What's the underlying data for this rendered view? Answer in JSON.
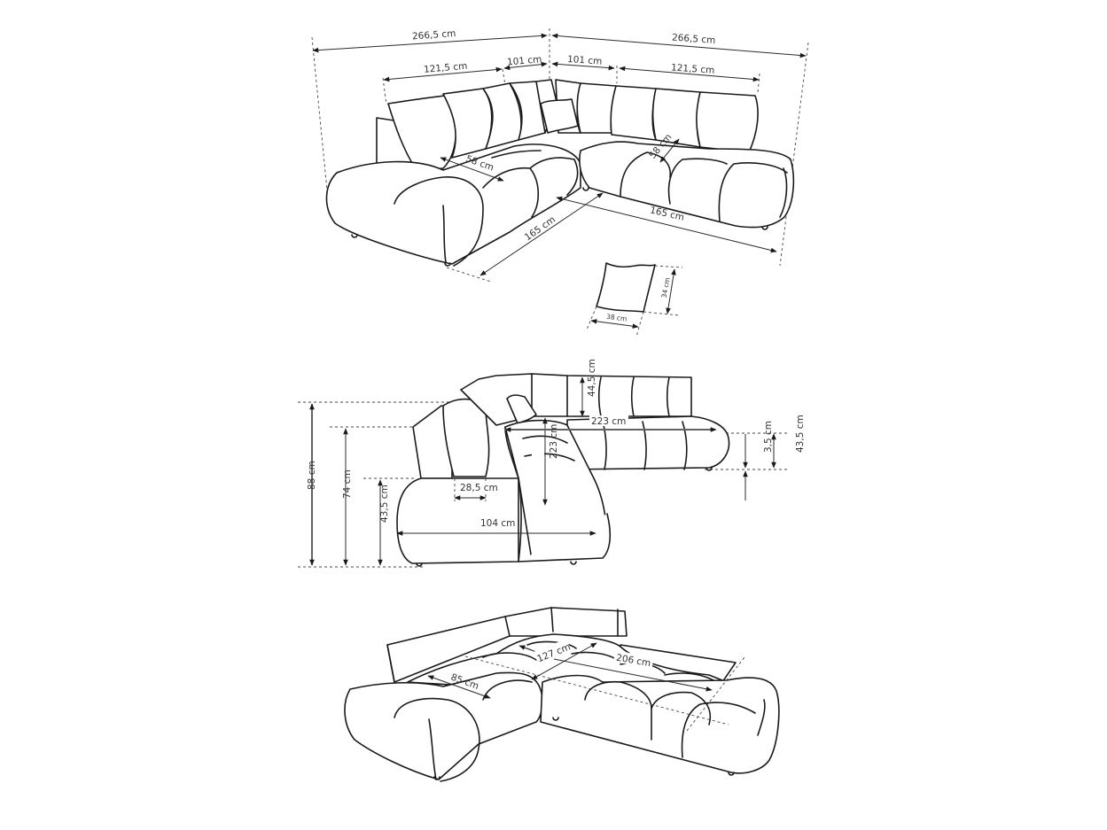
{
  "views": {
    "top_view": {
      "labels": {
        "total_left": "266,5 cm",
        "total_right": "266,5 cm",
        "left_section": "121,5 cm",
        "left_corner": "101 cm",
        "right_corner": "101 cm",
        "right_section": "121,5 cm",
        "seat_depth_left": "58 cm",
        "seat_depth_right": "58 cm",
        "depth_left": "165 cm",
        "depth_right": "165 cm"
      }
    },
    "pillow": {
      "labels": {
        "height": "34 cm",
        "width": "38 cm"
      }
    },
    "side_view": {
      "labels": {
        "total_height": "88 cm",
        "backrest_height": "74 cm",
        "seat_height_left": "43,5 cm",
        "armrest_depth": "28,5 cm",
        "seat_width": "104 cm",
        "inner_length_vertical": "223 cm",
        "inner_length_horizontal": "223 cm",
        "backrest_cushion": "44,5 cm",
        "leg_height": "3,5 cm",
        "seat_height_right": "43,5 cm"
      }
    },
    "bed_view": {
      "labels": {
        "chaise_width": "85 cm",
        "bed_width": "127 cm",
        "bed_length": "206 cm"
      }
    }
  }
}
